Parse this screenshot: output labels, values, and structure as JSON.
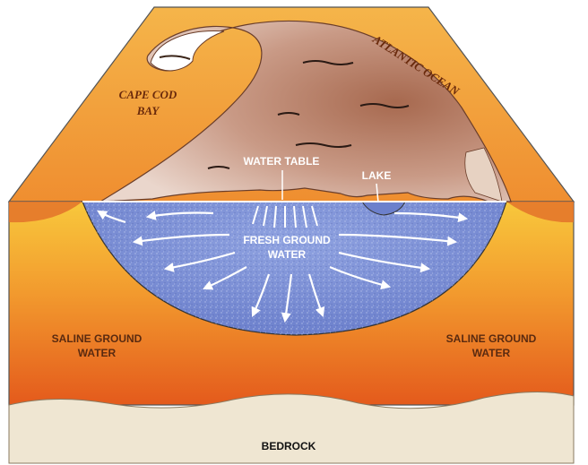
{
  "labels": {
    "atlantic_ocean": "ATLANTIC OCEAN",
    "cape_cod_bay_line1": "CAPE COD",
    "cape_cod_bay_line2": "BAY",
    "water_table": "WATER TABLE",
    "lake": "LAKE",
    "fresh_ground_water_line1": "FRESH GROUND",
    "fresh_ground_water_line2": "WATER",
    "saline_left_line1": "SALINE GROUND",
    "saline_left_line2": "WATER",
    "saline_right_line1": "SALINE GROUND",
    "saline_right_line2": "WATER",
    "bedrock": "BEDROCK"
  },
  "colors": {
    "sky_top": "#f2a23a",
    "sky_mid": "#f5b050",
    "saline_top": "#f6c23a",
    "saline_bottom": "#e8651c",
    "land_light": "#e2c8bc",
    "land_dark": "#a86c50",
    "fresh_water": "#7f92d6",
    "bedrock": "#efe6d2",
    "wave_white": "#ffffff"
  }
}
